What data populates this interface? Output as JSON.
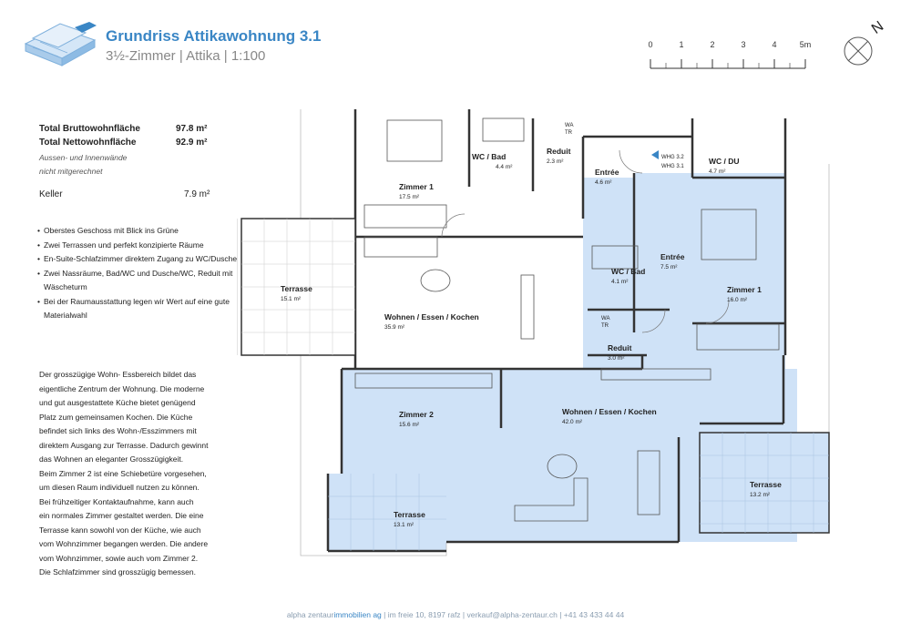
{
  "header": {
    "title": "Grundriss Attikawohnung 3.1",
    "subtitle": "3½-Zimmer | Attika | 1:100"
  },
  "scale_bar": {
    "ticks": [
      "0",
      "1",
      "2",
      "3",
      "4",
      "5m"
    ]
  },
  "compass": {
    "north_label": "N",
    "icon": "compass-icon"
  },
  "stats": {
    "brutto_label": "Total Bruttowohnfläche",
    "brutto_value": "97.8 m²",
    "netto_label": "Total Nettowohnfläche",
    "netto_value": "92.9 m²",
    "note_line1": "Aussen- und Innenwände",
    "note_line2": "nicht mitgerechnet",
    "keller_label": "Keller",
    "keller_value": "7.9 m²"
  },
  "features": [
    "Oberstes Geschoss mit Blick ins Grüne",
    "Zwei Terrassen und perfekt konzipierte Räume",
    "En-Suite-Schlafzimmer direktem Zugang zu WC/Dusche",
    "Zwei Nassräume, Bad/WC und Dusche/WC, Reduit mit Wäscheturm",
    "Bei der Raumausstattung legen wir Wert auf eine gute Materialwahl"
  ],
  "description_lines": [
    "Der grosszügige Wohn- Essbereich bildet das",
    "eigentliche Zentrum der Wohnung. Die moderne",
    "und gut ausgestattete Küche bietet genügend",
    "Platz zum gemeinsamen Kochen. Die Küche",
    "befindet sich links des Wohn-/Esszimmers mit",
    "direktem Ausgang zur Terrasse. Dadurch gewinnt",
    "das Wohnen an eleganter Grosszügigkeit.",
    "Beim Zimmer 2 ist eine Schiebetüre vorgesehen,",
    "um diesen Raum individuell nutzen zu können.",
    "Bei frühzeitiger Kontaktaufnahme, kann auch",
    "ein normales Zimmer gestaltet werden. Die eine",
    "Terrasse kann sowohl von der Küche, wie auch",
    "vom Wohnzimmer begangen werden. Die andere",
    "vom Wohnzimmer, sowie auch vom Zimmer 2.",
    "Die Schlafzimmer sind grosszügig bemessen."
  ],
  "rooms": {
    "zimmer1_top": {
      "name": "Zimmer 1",
      "area": "17.5 m²"
    },
    "wcbad_top": {
      "name": "WC / Bad",
      "area": "4.4 m²"
    },
    "reduit_top": {
      "name": "Reduit",
      "area": "2.3 m²"
    },
    "entree_top": {
      "name": "Entrée",
      "area": "4.6 m²"
    },
    "terrasse_left": {
      "name": "Terrasse",
      "area": "15.1 m²"
    },
    "wohnen_top": {
      "name": "Wohnen / Essen / Kochen",
      "area": "35.9 m²"
    },
    "wcdu": {
      "name": "WC / DU",
      "area": "4.7 m²"
    },
    "entree_r": {
      "name": "Entrée",
      "area": "7.5 m²"
    },
    "wcbad_r": {
      "name": "WC / Bad",
      "area": "4.1 m²"
    },
    "zimmer1_r": {
      "name": "Zimmer 1",
      "area": "16.0 m²"
    },
    "reduit_r": {
      "name": "Reduit",
      "area": "3.0 m²"
    },
    "zimmer2": {
      "name": "Zimmer 2",
      "area": "15.6 m²"
    },
    "wohnen_main": {
      "name": "Wohnen / Essen / Kochen",
      "area": "42.0 m²"
    },
    "terrasse_bl": {
      "name": "Terrasse",
      "area": "13.1 m²"
    },
    "terrasse_br": {
      "name": "Terrasse",
      "area": "13.2 m²"
    }
  },
  "markers": {
    "whg32": "WHG 3.2",
    "whg31": "WHG 3.1",
    "wa": "WA",
    "tr": "TR"
  },
  "footer": {
    "company_a": "alpha zentaur",
    "company_b": "immobilien ag",
    "rest": " | im freie 10, 8197 rafz | verkauf@alpha-zentaur.ch | +41 43 433 44 44"
  },
  "colors": {
    "accent": "#3a86c5",
    "highlight": "#cfe2f7",
    "wall": "#333333"
  }
}
